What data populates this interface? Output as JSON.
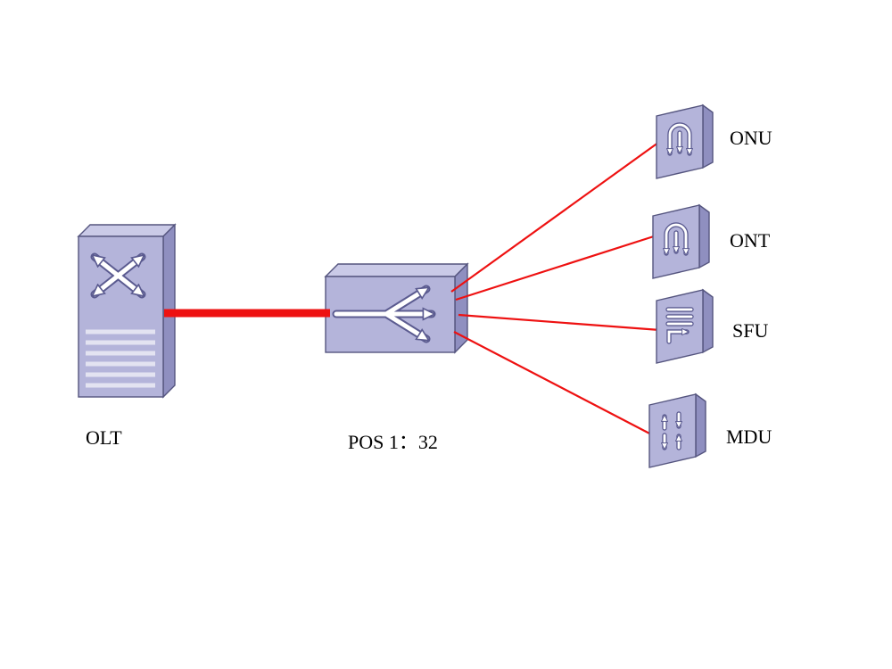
{
  "diagram_type": "pon-network-topology",
  "nodes": {
    "olt": {
      "label": "OLT"
    },
    "splitter": {
      "label": "POS 1：32"
    },
    "onu": {
      "label": "ONU"
    },
    "ont": {
      "label": "ONT"
    },
    "sfu": {
      "label": "SFU"
    },
    "mdu": {
      "label": "MDU"
    }
  },
  "links": [
    {
      "from": "OLT",
      "to": "POS 1：32",
      "style": "thick-red"
    },
    {
      "from": "POS 1：32",
      "to": "ONU",
      "style": "thin-red"
    },
    {
      "from": "POS 1：32",
      "to": "ONT",
      "style": "thin-red"
    },
    {
      "from": "POS 1：32",
      "to": "SFU",
      "style": "thin-red"
    },
    {
      "from": "POS 1：32",
      "to": "MDU",
      "style": "thin-red"
    }
  ],
  "icons": {
    "olt": "cross-connect-arrows-icon",
    "splitter": "one-to-three-split-arrows-icon",
    "onu": "arch-arrows-icon",
    "ont": "arch-arrows-icon",
    "sfu": "lines-and-arrow-icon",
    "mdu": "multi-arrows-icon"
  },
  "colors": {
    "background": "#ffffff",
    "device_front": "#b4b4da",
    "device_top": "#cacae7",
    "device_side": "#8f8fc0",
    "icon_fill": "#ffffff",
    "icon_outline": "#5b5b90",
    "device_outline": "#55557f",
    "link": "#ee1111",
    "label": "#000000"
  }
}
